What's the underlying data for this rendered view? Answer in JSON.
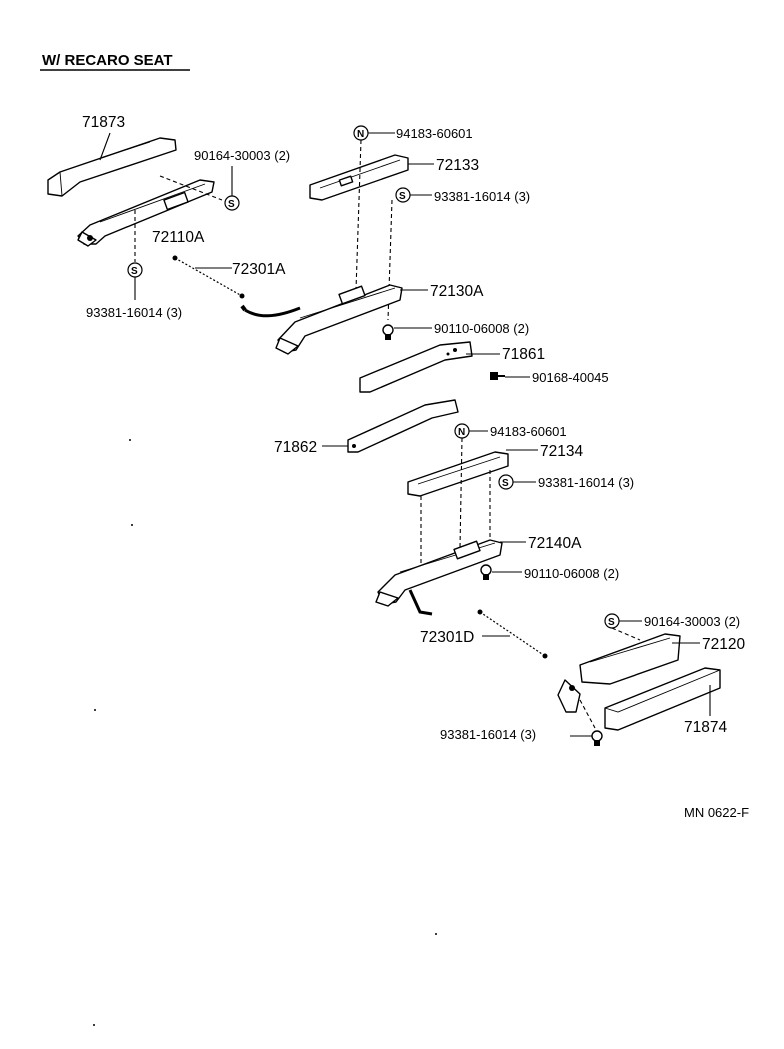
{
  "title": "W/ RECARO SEAT",
  "diagram_code": "MN 0622-F",
  "symbols": {
    "nut": "N",
    "screw": "S"
  },
  "labels": {
    "p71873": "71873",
    "p90164_a": "90164-30003 (2)",
    "p72110A": "72110A",
    "p93381_a": "93381-16014 (3)",
    "p72301A": "72301A",
    "p94183_a": "94183-60601",
    "p72133": "72133",
    "p93381_b": "93381-16014 (3)",
    "p72130A": "72130A",
    "p90110_a": "90110-06008 (2)",
    "p71861": "71861",
    "p90168": "90168-40045",
    "p71862": "71862",
    "p94183_b": "94183-60601",
    "p72134": "72134",
    "p93381_c": "93381-16014 (3)",
    "p72140A": "72140A",
    "p90110_b": "90110-06008 (2)",
    "p72301D": "72301D",
    "p90164_b": "90164-30003 (2)",
    "p72120": "72120",
    "p71874": "71874",
    "p93381_d": "93381-16014 (3)"
  }
}
